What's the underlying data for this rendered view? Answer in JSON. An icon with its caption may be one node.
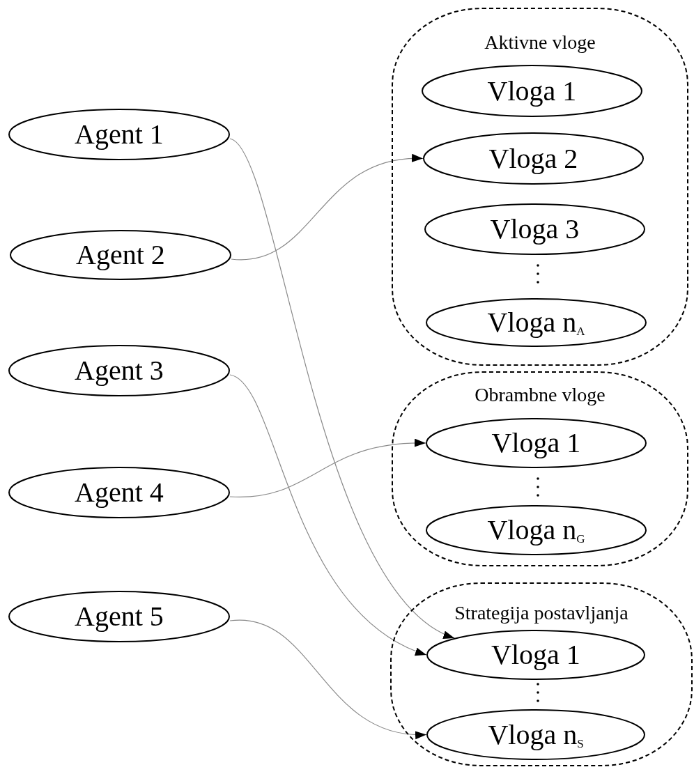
{
  "diagram": {
    "nodes": [
      {
        "text": [
          "Agent 1"
        ]
      },
      {
        "text": [
          "Agent 2"
        ]
      },
      {
        "text": [
          "Agent 3"
        ]
      },
      {
        "text": [
          "Agent 4"
        ]
      },
      {
        "text": [
          "Agent 5"
        ]
      },
      {
        "text": [
          "Aktivne vloge"
        ]
      },
      {
        "text": [
          "Vloga 1"
        ],
        "in": 5
      },
      {
        "text": [
          "Vloga 2"
        ],
        "in": 5
      },
      {
        "text": [
          "Vloga 3"
        ],
        "in": 5
      },
      {
        "text": [
          "Vloga n$_{A}$"
        ],
        "in": 5
      },
      {
        "text": [
          "Obrambne vloge"
        ]
      },
      {
        "text": [
          "Vloga 1"
        ],
        "in": 10
      },
      {
        "text": [
          "Vloga n$_{G}$"
        ],
        "in": 10
      },
      {
        "text": [
          "Strategija postavljanja"
        ]
      },
      {
        "text": [
          "Vloga 1"
        ],
        "in": 13
      },
      {
        "text": [
          "Vloga n$_{S}$"
        ],
        "in": 13
      }
    ],
    "edges": [
      {
        "from": 0,
        "to": 14,
        "arrow": "to"
      },
      {
        "from": 1,
        "to": 7,
        "arrow": "to"
      },
      {
        "from": 2,
        "to": 14,
        "arrow": "to"
      },
      {
        "from": 3,
        "to": 11,
        "arrow": "to"
      },
      {
        "from": 4,
        "to": 15,
        "arrow": "to"
      }
    ]
  }
}
